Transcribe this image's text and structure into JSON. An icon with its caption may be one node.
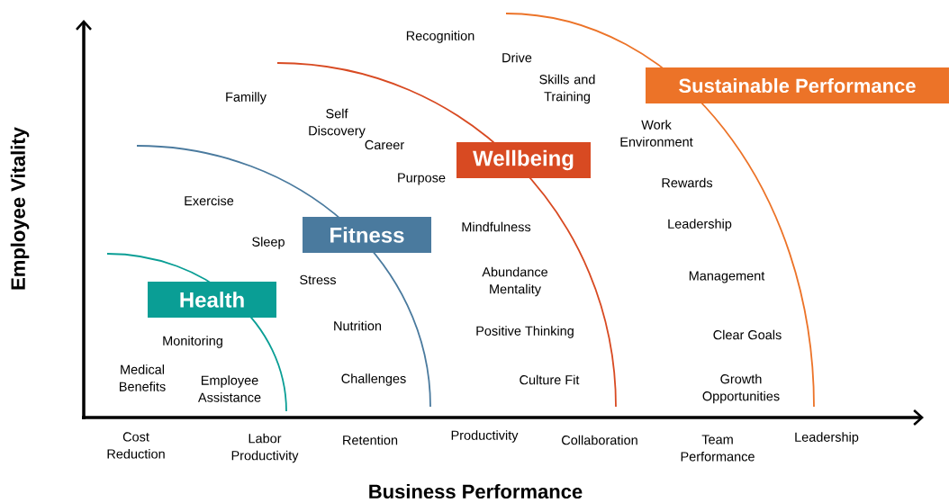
{
  "diagram": {
    "nodes": [
      {
        "text": [
          "Health"
        ]
      },
      {
        "text": [
          "Fitness"
        ]
      },
      {
        "text": [
          "Wellbeing"
        ]
      },
      {
        "text": [
          "Sustainable Performance"
        ]
      }
    ],
    "labels": [
      "Recognition",
      "Drive",
      "Skills and Training",
      "Familly",
      "Self Discovery",
      "Career",
      "Work Environment",
      "Purpose",
      "Rewards",
      "Exercise",
      "Mindfulness",
      "Leadership",
      "Sleep",
      "Stress",
      "Abundance Mentality",
      "Management",
      "Nutrition",
      "Positive Thinking",
      "Clear Goals",
      "Monitoring",
      "Medical Benefits",
      "Employee Assistance",
      "Challenges",
      "Culture Fit",
      "Growth Opportunities",
      "Cost Reduction",
      "Labor Productivity",
      "Retention",
      "Productivity",
      "Collaboration",
      "Team Performance",
      "Leadership",
      "Employee Vitality",
      "Business Performance"
    ]
  }
}
